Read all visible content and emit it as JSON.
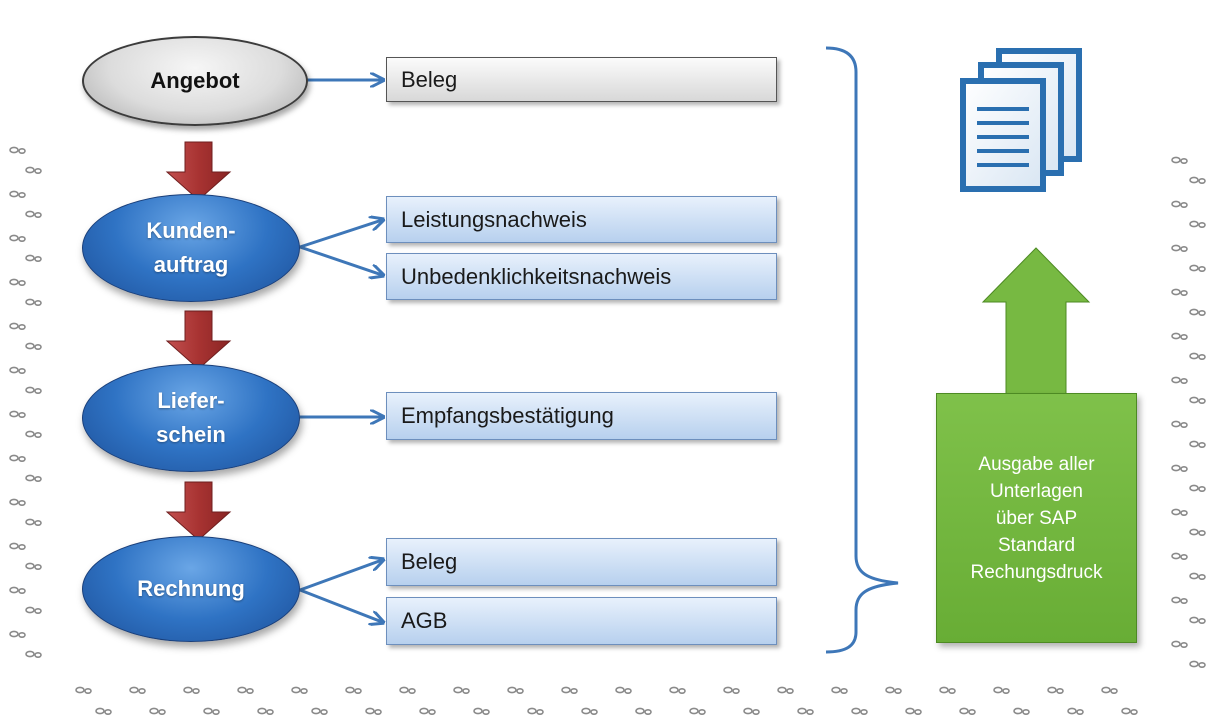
{
  "flow": {
    "nodes": [
      {
        "id": "angebot",
        "label": "Angebot"
      },
      {
        "id": "kundenauftrag",
        "label": "Kunden-\nauftrag"
      },
      {
        "id": "lieferschein",
        "label": "Liefer-\nschein"
      },
      {
        "id": "rechnung",
        "label": "Rechnung"
      }
    ],
    "documents": {
      "angebot": [
        "Beleg"
      ],
      "kundenauftrag": [
        "Leistungsnachweis",
        "Unbedenklichkeitsnachweis"
      ],
      "lieferschein": [
        "Empfangsbestätigung"
      ],
      "rechnung": [
        "Beleg",
        "AGB"
      ]
    }
  },
  "output": {
    "label": "Ausgabe aller\nUnterlagen\nüber SAP\nStandard\nRechungsdruck"
  },
  "icons": {
    "documents": "documents-stack-icon",
    "up_arrow": "up-arrow-icon",
    "down_arrow": "down-arrow-icon",
    "footprints": "footprints-trail-icon"
  },
  "colors": {
    "node_blue": "#2f73c4",
    "node_grey": "#d9d9d9",
    "doc_blue": "#c9dcf3",
    "down_arrow": "#b33a3a",
    "connector": "#3e77b8",
    "bracket": "#3e77b8",
    "output_green": "#72b53f"
  }
}
